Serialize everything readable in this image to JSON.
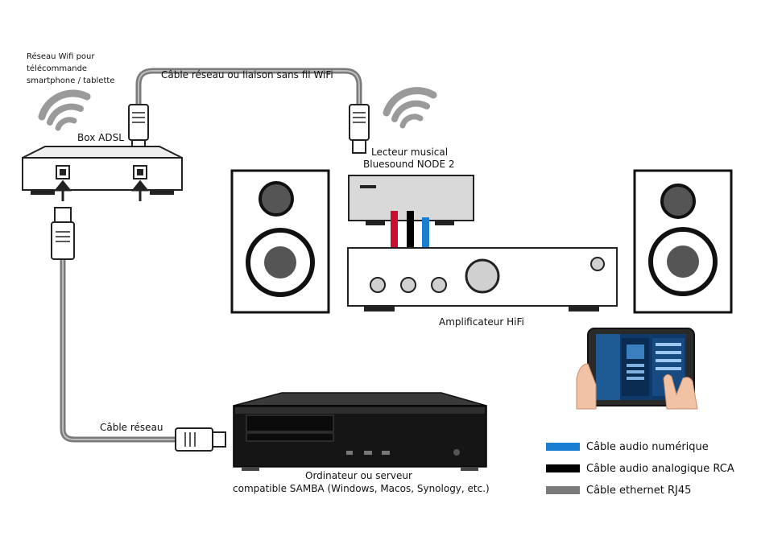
{
  "labels": {
    "wifi_remote": "Réseau Wifi pour télécommande smartphone / tablette",
    "cable_top": "Câble réseau ou liaison sans fil WiFi",
    "box": "Box ADSL",
    "player_line1": "Lecteur musical",
    "player_line2": "Bluesound NODE 2",
    "amp": "Amplificateur HiFi",
    "cable_left": "Câble réseau",
    "computer_line1": "Ordinateur ou serveur",
    "computer_line2": "compatible SAMBA (Windows, Macos, Synology, etc.)"
  },
  "legend": [
    {
      "label": "Câble audio numérique",
      "color": "#1a7fd0"
    },
    {
      "label": "Câble audio analogique RCA",
      "color": "#000000"
    },
    {
      "label": "Câble ethernet RJ45",
      "color": "#7a7a7a"
    }
  ],
  "colors": {
    "digital": "#1a7fd0",
    "analog_red": "#c8102e",
    "analog_black": "#000000",
    "ethernet": "#7a7a7a",
    "device_fill": "#d9d9d9"
  }
}
